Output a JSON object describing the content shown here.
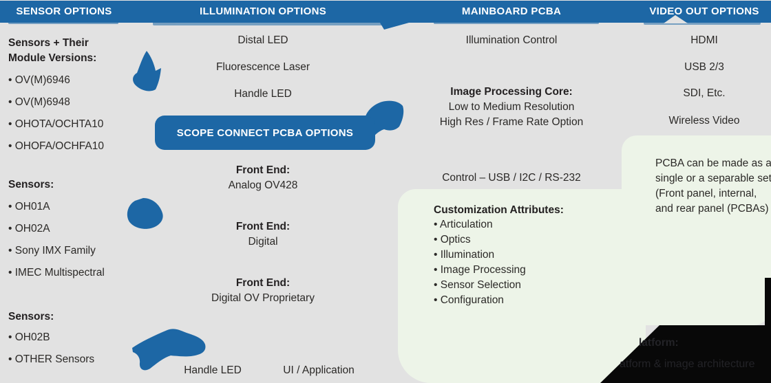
{
  "palette": {
    "blue": "#1d67a5",
    "background": "#e2e2e2",
    "green": "#edf4e8",
    "black": "#080808",
    "text": "#2b2927"
  },
  "headers": {
    "sensor": "SENSOR OPTIONS",
    "illumination": "ILLUMINATION OPTIONS",
    "mainboard": "MAINBOARD PCBA",
    "video": "VIDEO OUT OPTIONS"
  },
  "sensor_column": {
    "groups": [
      {
        "heading": "Sensors + Their Module Versions:",
        "items": [
          "OV(M)6946",
          "OV(M)6948",
          "OHOTA/OCHTA10",
          "OHOFA/OCHFA10"
        ]
      },
      {
        "heading": "Sensors:",
        "items": [
          "OH01A",
          "OH02A",
          "Sony IMX Family",
          "IMEC Multispectral"
        ]
      },
      {
        "heading": "Sensors:",
        "items": [
          "OH02B",
          "OTHER Sensors"
        ]
      }
    ]
  },
  "illumination_column": {
    "items": [
      "Distal LED",
      "Fluorescence Laser",
      "Handle LED"
    ]
  },
  "scope_banner": {
    "label": "SCOPE CONNECT PCBA OPTIONS"
  },
  "front_ends": [
    {
      "heading": "Front End:",
      "value": "Analog OV428"
    },
    {
      "heading": "Front End:",
      "value": "Digital"
    },
    {
      "heading": "Front End:",
      "value": "Digital OV Proprietary"
    }
  ],
  "bottom_labels": {
    "handle_led": "Handle LED",
    "ui_application": "UI / Application"
  },
  "mainboard_column": {
    "illumination_control": "Illumination Control",
    "image_processing": {
      "heading": "Image Processing Core:",
      "lines": [
        "Low to Medium Resolution",
        "High Res / Frame Rate Option"
      ]
    },
    "control": "Control – USB / I2C / RS-232",
    "customization": {
      "heading": "Customization Attributes:",
      "items": [
        "Articulation",
        "Optics",
        "Illumination",
        "Image Processing",
        "Sensor Selection",
        "Configuration"
      ]
    }
  },
  "video_column": {
    "items": [
      "HDMI",
      "USB 2/3",
      "SDI, Etc.",
      "Wireless Video"
    ],
    "pcba_note": "PCBA can be made as a single or a separable set (Front panel, internal, and rear panel (PCBAs)"
  },
  "hidden_panel": {
    "heading": "latform:",
    "line": "atform & image architecture"
  }
}
